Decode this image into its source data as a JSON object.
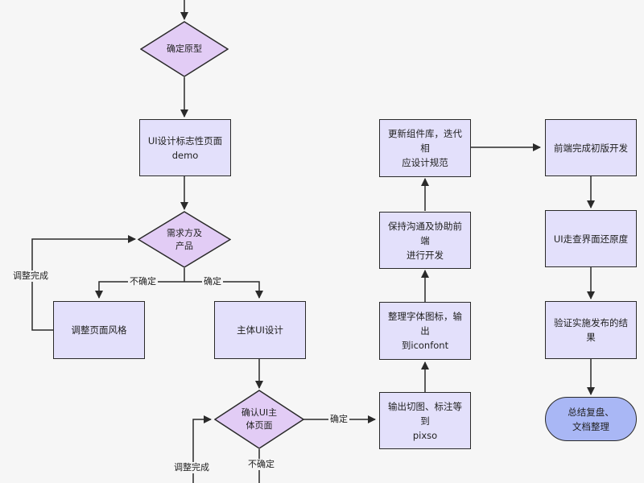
{
  "nodes": {
    "confirm_prototype": "确定原型",
    "ui_design_pages": "UI设计标志性页面\ndemo",
    "demand_product": "需求方及\n产品",
    "adjust_style": "调整页面风格",
    "main_ui_design": "主体UI设计",
    "confirm_main_ui": "确认UI主\n体页面",
    "export_slices": "输出切图、标注等到\npixso",
    "organize_fonts": "整理字体图标，输出\n到iconfont",
    "keep_communication": "保持沟通及协助前端\n进行开发",
    "update_components": "更新组件库，迭代相\n应设计规范",
    "frontend_first_version": "前端完成初版开发",
    "ui_check": "UI走查界面还原度",
    "verify_release": "验证实施发布的结果",
    "summary": "总结复盘、\n文档整理"
  },
  "edge_labels": {
    "adjust_done_1": "调整完成",
    "not_confirmed_1": "不确定",
    "confirmed_1": "确定",
    "confirmed_2": "确定",
    "not_confirmed_2": "不确定",
    "adjust_done_2": "调整完成"
  },
  "colors": {
    "node_fill": "#e3e0fb",
    "diamond_fill": "#e2ccf5",
    "terminal_fill": "#a9b7f5",
    "stroke": "#2a2a2a",
    "background": "#f6f6f6"
  }
}
